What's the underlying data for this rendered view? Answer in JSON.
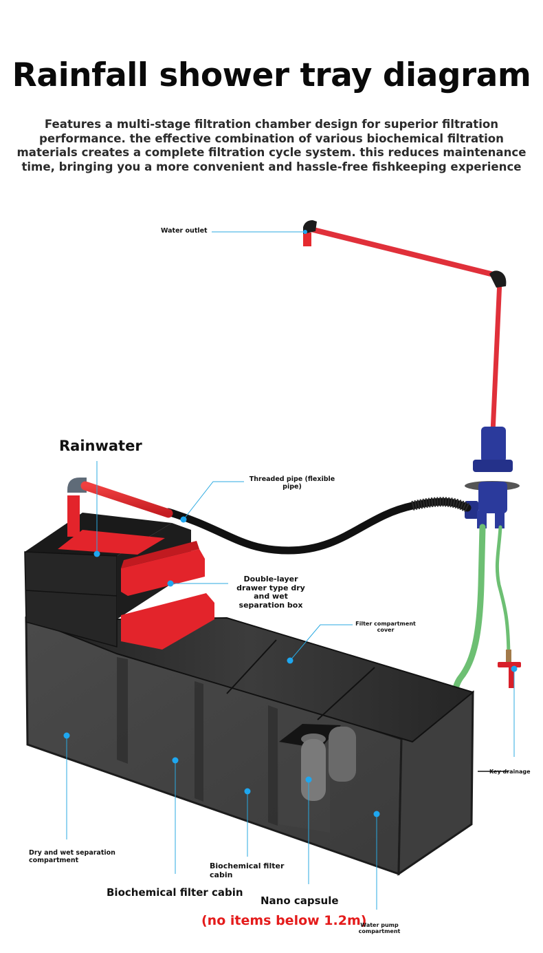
{
  "header": {
    "title": "Rainfall shower tray diagram",
    "description": "Features a multi-stage filtration chamber design for superior filtration performance. the effective combination of various biochemical filtration materials creates a complete filtration cycle system. this reduces maintenance time, bringing you a more convenient and hassle-free fishkeeping experience"
  },
  "callouts": {
    "water_outlet": "Water outlet",
    "rainwater": "Rainwater",
    "threaded_pipe": "Threaded pipe (flexible pipe)",
    "drawer_box": "Double-layer drawer type dry and wet separation box",
    "filter_cover": "Filter compartment cover",
    "key_drainage": "Key drainage",
    "dry_wet_compartment": "Dry and wet separation compartment",
    "biochem_cabin_1": "Biochemical filter cabin",
    "biochem_cabin_2": "Biochemical filter cabin",
    "nano_capsule": "Nano capsule",
    "nano_note": "(no items below 1.2m)",
    "pump_compartment": "Water pump compartment"
  },
  "colors": {
    "callout_line": "#29a9e1",
    "callout_dot": "#1ea7f0",
    "pipe_red": "#e3242b",
    "tank_dark": "#3a3a3a",
    "hose_green": "#6dbf73",
    "fitting_blue": "#2b3a9c",
    "warning_red": "#e41b1b"
  }
}
